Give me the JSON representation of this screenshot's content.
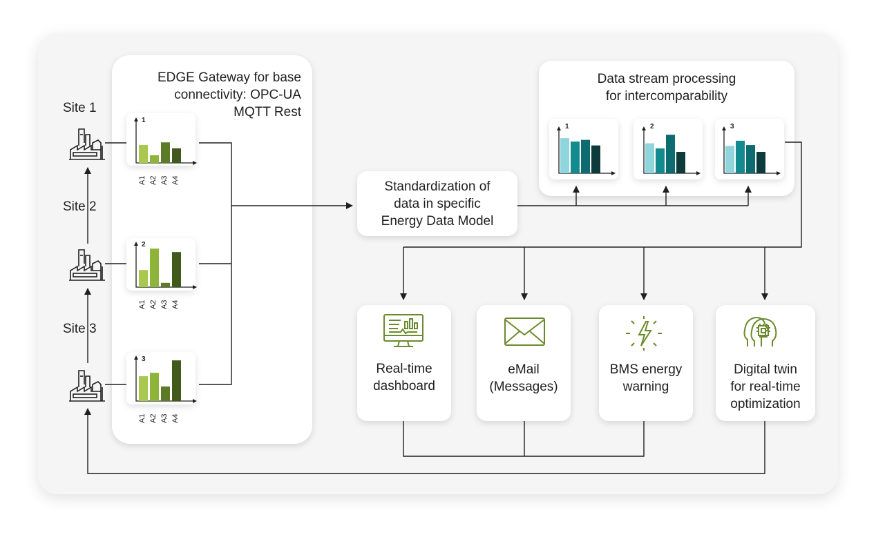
{
  "gateway": {
    "title_lines": [
      "EDGE Gateway for base",
      "connectivity: OPC-UA",
      "MQTT Rest"
    ]
  },
  "sites": [
    {
      "label": "Site 1",
      "chart_number": "1",
      "values": [
        0.42,
        0.18,
        0.48,
        0.34
      ]
    },
    {
      "label": "Site 2",
      "chart_number": "2",
      "values": [
        0.4,
        0.9,
        0.1,
        0.82
      ]
    },
    {
      "label": "Site 3",
      "chart_number": "3",
      "values": [
        0.58,
        0.66,
        0.34,
        0.95
      ]
    }
  ],
  "site_axis_labels": [
    "A1",
    "A2",
    "A3",
    "A4"
  ],
  "standardization": {
    "lines": [
      "Standardization of",
      "data in specific",
      "Energy Data Model"
    ]
  },
  "stream": {
    "title_lines": [
      "Data stream processing",
      "for intercomparability"
    ],
    "charts": [
      {
        "number": "1",
        "values": [
          0.82,
          0.74,
          0.78,
          0.65
        ]
      },
      {
        "number": "2",
        "values": [
          0.7,
          0.58,
          0.9,
          0.5
        ]
      },
      {
        "number": "3",
        "values": [
          0.64,
          0.76,
          0.66,
          0.5
        ]
      }
    ]
  },
  "outputs": [
    {
      "icon": "dashboard-monitor-icon",
      "lines": [
        "Real-time",
        "dashboard"
      ]
    },
    {
      "icon": "envelope-icon",
      "lines": [
        "eMail",
        "(Messages)"
      ]
    },
    {
      "icon": "energy-bolt-icon",
      "lines": [
        "BMS energy",
        "warning"
      ]
    },
    {
      "icon": "digital-twin-head-icon",
      "lines": [
        "Digital twin",
        "for real-time",
        "optimization"
      ]
    }
  ],
  "colors": {
    "green_bars": [
      "#a8c84f",
      "#8fb43a",
      "#5d7a26",
      "#3f5a1c"
    ],
    "teal_bars": [
      "#8fd6dc",
      "#138a8e",
      "#0c6c72",
      "#0d3b3b"
    ],
    "icon_green": "#6a8a2c",
    "line": "#1f1f1f"
  }
}
